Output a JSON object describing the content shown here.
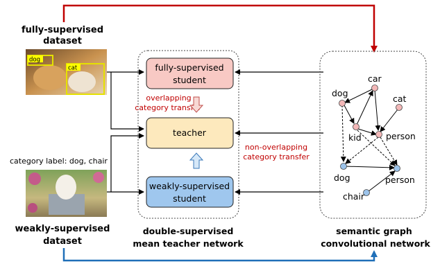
{
  "left": {
    "fully_title_1": "fully-supervised",
    "fully_title_2": "dataset",
    "fully_img_labels": [
      "dog",
      "cat"
    ],
    "category_label": "category label: dog, chair",
    "weakly_title_1": "weakly-supervised",
    "weakly_title_2": "dataset"
  },
  "middle": {
    "fully_student_1": "fully-supervised",
    "fully_student_2": "student",
    "teacher": "teacher",
    "weakly_student_1": "weakly-supervised",
    "weakly_student_2": "student",
    "overlap_1": "overlapping",
    "overlap_2": "category transfer",
    "nonoverlap_1": "non-overlapping",
    "nonoverlap_2": "category transfer",
    "caption_1": "double-supervised",
    "caption_2": "mean teacher network"
  },
  "graph": {
    "nodes": [
      "dog",
      "car",
      "cat",
      "kid",
      "person",
      "dog",
      "person",
      "chair"
    ],
    "caption_1": "semantic graph",
    "caption_2": "convolutional network"
  },
  "colors": {
    "red": "#c00000",
    "blue": "#1f6fb8",
    "fully_fill": "#f8c9c4",
    "teacher_fill": "#fde9bd",
    "weakly_fill": "#9fc7ee",
    "pink_node": "#f3b8b8",
    "blue_node": "#9cc3ea"
  }
}
